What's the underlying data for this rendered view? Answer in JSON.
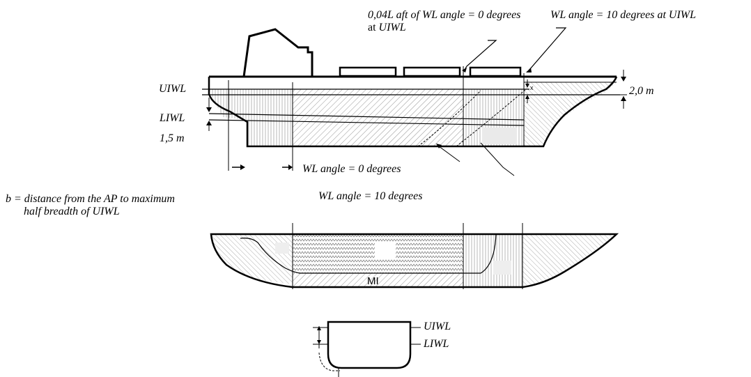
{
  "labels": {
    "uiwl": "UIWL",
    "liwl": "LIWL",
    "depth_15": "1,5 m",
    "depth_20": "2,0 m",
    "aft_line1": "0,04L aft of WL angle = 0 degrees",
    "aft_line2": "at",
    "aft_line2_italic": "UIWL",
    "wl10_top": "WL angle = 10 degrees at UIWL",
    "wl0": "WL angle = 0 degrees",
    "wl10": "WL angle = 10 degrees",
    "b_line1": "b = distance from the AP to maximum",
    "b_line2": "half breadth of UIWL",
    "midship": "MI",
    "section_uiwl": "UIWL",
    "section_liwl": "LIWL",
    "x_mark": "x"
  }
}
